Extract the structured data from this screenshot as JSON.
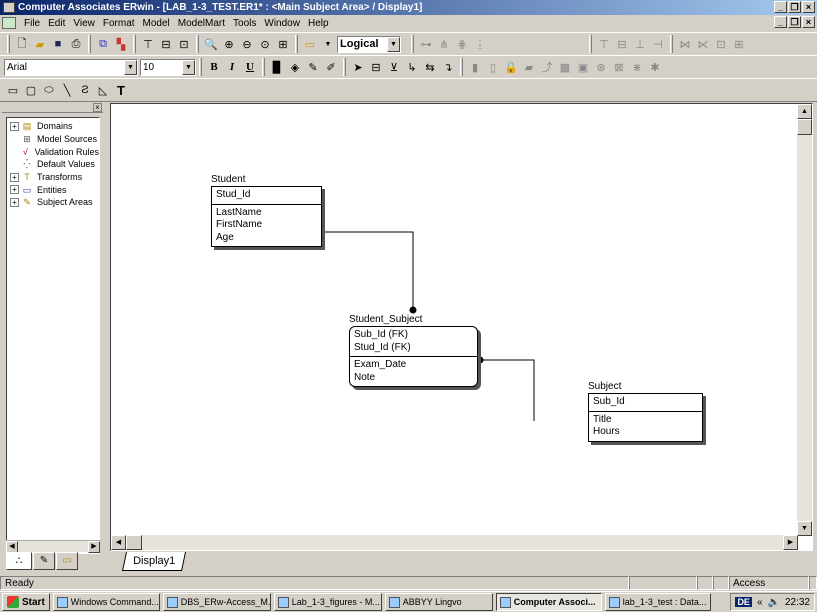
{
  "window": {
    "title": "Computer Associates ERwin - [LAB_1-3_TEST.ER1* : <Main Subject Area> / Display1]"
  },
  "menu": [
    "File",
    "Edit",
    "View",
    "Format",
    "Model",
    "ModelMart",
    "Tools",
    "Window",
    "Help"
  ],
  "toolbar": {
    "model_level": "Logical",
    "font_name": "Arial",
    "font_size": "10",
    "bold": "B",
    "italic": "I",
    "underline": "U",
    "text_tool": "T"
  },
  "tree": {
    "items": [
      {
        "label": "Domains",
        "expandable": true,
        "icon": "domains-icon"
      },
      {
        "label": "Model Sources",
        "expandable": false,
        "icon": "model-sources-icon"
      },
      {
        "label": "Validation Rules",
        "expandable": false,
        "icon": "validation-rules-icon"
      },
      {
        "label": "Default Values",
        "expandable": false,
        "icon": "default-values-icon"
      },
      {
        "label": "Transforms",
        "expandable": true,
        "icon": "transforms-icon"
      },
      {
        "label": "Entities",
        "expandable": true,
        "icon": "entities-icon"
      },
      {
        "label": "Subject Areas",
        "expandable": true,
        "icon": "subject-areas-icon"
      }
    ]
  },
  "diagram": {
    "entities": [
      {
        "name": "Student",
        "keys": [
          "Stud_Id"
        ],
        "attributes": [
          "LastName",
          "FirstName",
          "Age"
        ],
        "dependent": false
      },
      {
        "name": "Student_Subject",
        "keys": [
          "Sub_Id (FK)",
          "Stud_Id (FK)"
        ],
        "attributes": [
          "Exam_Date",
          "Note"
        ],
        "dependent": true
      },
      {
        "name": "Subject",
        "keys": [
          "Sub_Id"
        ],
        "attributes": [
          "Title",
          "Hours"
        ],
        "dependent": false
      }
    ]
  },
  "tabs": {
    "display": "Display1"
  },
  "status": {
    "text": "Ready",
    "mode": "Access"
  },
  "taskbar": {
    "start": "Start",
    "items": [
      {
        "label": "Windows Command...",
        "active": false
      },
      {
        "label": "DBS_ERw-Access_M...",
        "active": false
      },
      {
        "label": "Lab_1-3_figures - M...",
        "active": false
      },
      {
        "label": "ABBYY Lingvo",
        "active": false
      },
      {
        "label": "Computer Associ...",
        "active": true
      },
      {
        "label": "lab_1-3_test : Data...",
        "active": false
      }
    ],
    "lang": "DE",
    "clock": "22:32"
  }
}
